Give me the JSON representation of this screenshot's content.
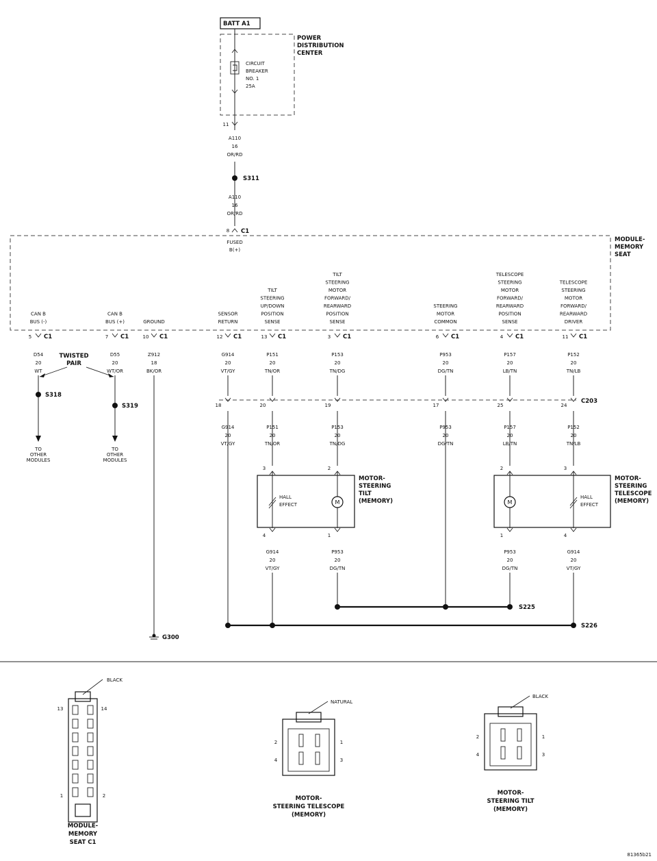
{
  "title": {
    "batt": "BATT A1",
    "pdc": [
      "POWER",
      "DISTRIBUTION",
      "CENTER"
    ],
    "breaker": [
      "CIRCUIT",
      "BREAKER",
      "NO. 1",
      "25A"
    ],
    "module": [
      "MODULE-",
      "MEMORY",
      "SEAT"
    ]
  },
  "feed": {
    "pin_top": "11",
    "upper": [
      "A110",
      "16",
      "OR/RD"
    ],
    "splice": "S311",
    "lower": [
      "A110",
      "16",
      "OR/RD"
    ],
    "pin_c1": "8",
    "c1": "C1",
    "fused": [
      "FUSED",
      "B(+)"
    ]
  },
  "columns": [
    {
      "id": "canb-minus",
      "label": [
        "CAN B",
        "BUS (-)"
      ],
      "pin": "5",
      "conn": "C1",
      "wire": [
        "D54",
        "20",
        "WT"
      ]
    },
    {
      "id": "canb-plus",
      "label": [
        "CAN B",
        "BUS (+)"
      ],
      "pin": "7",
      "conn": "C1",
      "wire": [
        "D55",
        "20",
        "WT/OR"
      ]
    },
    {
      "id": "ground",
      "label": [
        "GROUND"
      ],
      "pin": "10",
      "conn": "C1",
      "wire": [
        "Z912",
        "18",
        "BK/OR"
      ]
    },
    {
      "id": "sensor-return",
      "label": [
        "SENSOR",
        "RETURN"
      ],
      "pin": "12",
      "conn": "C1",
      "wire": [
        "G914",
        "20",
        "VT/GY"
      ],
      "pin203": "18",
      "wire2": [
        "G914",
        "20",
        "VT/GY"
      ]
    },
    {
      "id": "tilt-updown",
      "label": [
        "TILT",
        "STEERING",
        "UP/DOWN",
        "POSITION",
        "SENSE"
      ],
      "pin": "13",
      "conn": "C1",
      "wire": [
        "P151",
        "20",
        "TN/OR"
      ],
      "pin203": "20",
      "wire2": [
        "P151",
        "20",
        "TN/OR"
      ]
    },
    {
      "id": "tilt-fwdrear",
      "label": [
        "TILT",
        "STEERING",
        "MOTOR",
        "FORWARD/",
        "REARWARD",
        "POSITION",
        "SENSE"
      ],
      "pin": "3",
      "conn": "C1",
      "wire": [
        "P153",
        "20",
        "TN/DG"
      ],
      "pin203": "19",
      "wire2": [
        "P153",
        "20",
        "TN/DG"
      ]
    },
    {
      "id": "motor-common",
      "label": [
        "STEERING",
        "MOTOR",
        "COMMON"
      ],
      "pin": "6",
      "conn": "C1",
      "wire": [
        "P953",
        "20",
        "DG/TN"
      ],
      "pin203": "17",
      "wire2": [
        "P953",
        "20",
        "DG/TN"
      ]
    },
    {
      "id": "tele-position",
      "label": [
        "TELESCOPE",
        "STEERING",
        "MOTOR",
        "FORWARD/",
        "REARWARD",
        "POSITION",
        "SENSE"
      ],
      "pin": "4",
      "conn": "C1",
      "wire": [
        "P157",
        "20",
        "LB/TN"
      ],
      "pin203": "25",
      "wire2": [
        "P157",
        "20",
        "LB/TN"
      ]
    },
    {
      "id": "tele-driver",
      "label": [
        "TELESCOPE",
        "STEERING",
        "MOTOR",
        "FORWARD/",
        "REARWARD",
        "DRIVER"
      ],
      "pin": "11",
      "conn": "C1",
      "wire": [
        "P152",
        "20",
        "TN/LB"
      ],
      "pin203": "24",
      "wire2": [
        "P152",
        "20",
        "TN/LB"
      ]
    }
  ],
  "twisted_pair": [
    "TWISTED",
    "PAIR"
  ],
  "splices": {
    "s318": "S318",
    "s319": "S319",
    "s225": "S225",
    "s226": "S226",
    "g300": "G300",
    "c203": "C203"
  },
  "to_other": [
    "TO",
    "OTHER",
    "MODULES"
  ],
  "motor_tilt": {
    "title": [
      "MOTOR-",
      "STEERING",
      "TILT",
      "(MEMORY)"
    ],
    "pins_top": [
      "3",
      "2"
    ],
    "pins_bottom": [
      "4",
      "1"
    ],
    "hall": [
      "HALL",
      "EFFECT"
    ],
    "motor": "M",
    "wire_left": [
      "G914",
      "20",
      "VT/GY"
    ],
    "wire_right": [
      "P953",
      "20",
      "DG/TN"
    ]
  },
  "motor_tele": {
    "title": [
      "MOTOR-",
      "STEERING",
      "TELESCOPE",
      "(MEMORY)"
    ],
    "pins_top": [
      "2",
      "3"
    ],
    "pins_bottom": [
      "1",
      "4"
    ],
    "hall": [
      "HALL",
      "EFFECT"
    ],
    "motor": "M",
    "wire_left": [
      "P953",
      "20",
      "DG/TN"
    ],
    "wire_right": [
      "G914",
      "20",
      "VT/GY"
    ]
  },
  "connectors": {
    "c1": {
      "color": "BLACK",
      "pins": [
        "13",
        "14",
        "1",
        "2"
      ],
      "title": [
        "MODULE-",
        "MEMORY",
        "SEAT C1"
      ]
    },
    "tele": {
      "color": "NATURAL",
      "pins": [
        "2",
        "1",
        "4",
        "3"
      ],
      "title": [
        "MOTOR-",
        "STEERING TELESCOPE",
        "(MEMORY)"
      ]
    },
    "tilt": {
      "color": "BLACK",
      "pins": [
        "2",
        "1",
        "4",
        "3"
      ],
      "title": [
        "MOTOR-",
        "STEERING TILT",
        "(MEMORY)"
      ]
    }
  },
  "figure_id": "81365b21"
}
